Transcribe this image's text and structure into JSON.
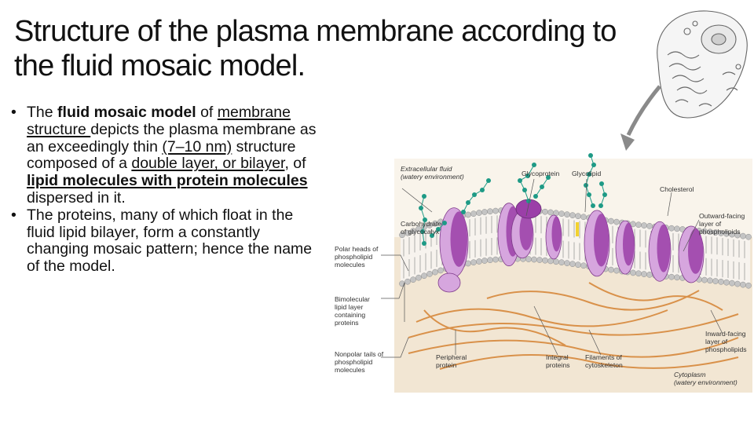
{
  "slide": {
    "title": "Structure of the plasma membrane according to the fluid mosaic model.",
    "bullet1": {
      "t1": "The ",
      "b1": "fluid mosaic model",
      "t2": " of ",
      "u1": "membrane structure ",
      "t3": "depicts the plasma membrane as an exceedingly thin ",
      "u2": "(7–10 nm)",
      "t4": " structure composed of a ",
      "u3": "double layer, or bilayer",
      "t5": ", of ",
      "b2": "lipid molecules with protein molecules ",
      "t6": "dispersed in it."
    },
    "bullet2": "The proteins, many of which float in the fluid lipid bilayer, form a constantly changing mosaic pattern; hence the name of the model."
  },
  "figure": {
    "labels": {
      "extracellular": "Extracellular fluid\n(watery environment)",
      "glycoprotein": "Glycoprotein",
      "glycolipid": "Glycolipid",
      "cholesterol": "Cholesterol",
      "carbohydrate": "Carbohydrate\nof glycocalyx",
      "outward": "Outward-facing\nlayer of\nphospholipids",
      "polar_heads": "Polar heads of\nphospholipid\nmolecules",
      "bimolecular": "Bimolecular\nlipid layer\ncontaining\nproteins",
      "nonpolar": "Nonpolar tails of\nphospholipid\nmolecules",
      "peripheral": "Peripheral\nprotein",
      "integral": "Integral\nproteins",
      "filaments": "Filaments of\ncytoskeleton",
      "inward": "Inward-facing\nlayer of\nphospholipids",
      "cytoplasm": "Cytoplasm\n(watery environment)"
    },
    "colors": {
      "panel": "#f2e6d3",
      "head": "#c4c4c4",
      "protein": "#9b3fa8",
      "protein_light": "#d6a6de",
      "glyco": "#1e9a86",
      "cholesterol": "#f2d22e",
      "filament": "#d9914a"
    }
  }
}
